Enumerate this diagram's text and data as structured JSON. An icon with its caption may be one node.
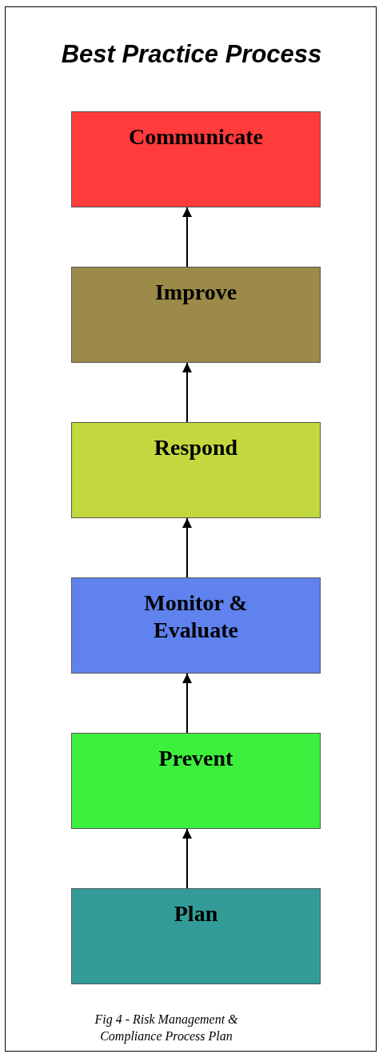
{
  "diagram": {
    "title": "Best Practice Process",
    "caption": "Fig 4 - Risk Management & Compliance Process Plan",
    "nodes": [
      {
        "text": [
          "Communicate"
        ]
      },
      {
        "text": [
          "Improve"
        ]
      },
      {
        "text": [
          "Respond"
        ]
      },
      {
        "text": [
          "Monitor & Evaluate"
        ]
      },
      {
        "text": [
          "Prevent"
        ]
      },
      {
        "text": [
          "Plan"
        ]
      }
    ],
    "edges": [
      {
        "from": 5,
        "to": 4,
        "arrow": "to"
      },
      {
        "from": 4,
        "to": 3,
        "arrow": "to"
      },
      {
        "from": 3,
        "to": 2,
        "arrow": "to"
      },
      {
        "from": 2,
        "to": 1,
        "arrow": "to"
      },
      {
        "from": 1,
        "to": 0,
        "arrow": "to"
      }
    ]
  }
}
